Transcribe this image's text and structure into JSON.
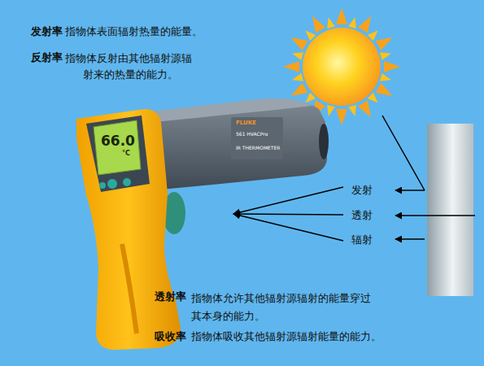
{
  "diagram": {
    "labels": [
      "发射率",
      "指物体表面辐射热量的能量。",
      "反射率",
      "指物体反射由其他辐射源辐射来的热量的能力。",
      "66.0",
      "°C",
      "FLUKE",
      "561 HVACPro",
      "IR THERMOMETER",
      "发射",
      "透射",
      "辐射",
      "透射率",
      "指物体允许其他辐射源辐射的能量穿过其本身的能力。",
      "吸收率",
      "指物体吸收其他辐射源辐射能量的能力。"
    ]
  }
}
